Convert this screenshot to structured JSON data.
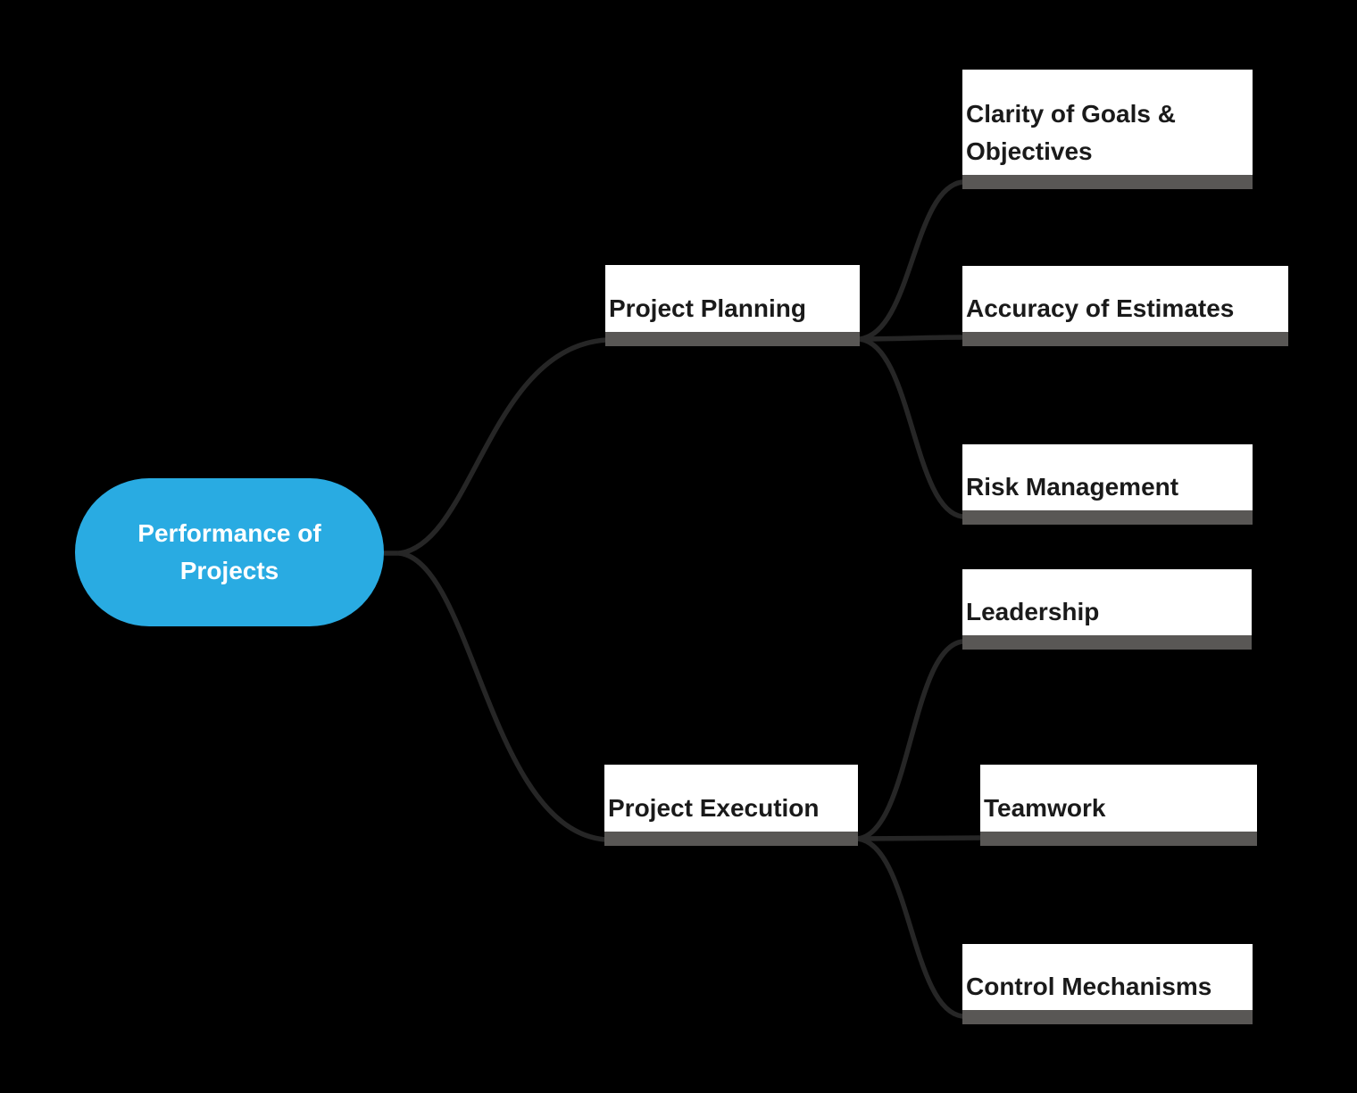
{
  "diagram": {
    "type": "mindmap",
    "root": {
      "label": "Performance of Projects",
      "lines": [
        "Performance of",
        "Projects"
      ]
    },
    "branches": [
      {
        "label": "Project Planning",
        "children": [
          {
            "label": "Clarity of Goals & Objectives"
          },
          {
            "label": "Accuracy of Estimates"
          },
          {
            "label": "Risk Management"
          }
        ]
      },
      {
        "label": "Project Execution",
        "children": [
          {
            "label": "Leadership"
          },
          {
            "label": "Teamwork"
          },
          {
            "label": "Control Mechanisms"
          }
        ]
      }
    ]
  },
  "colors": {
    "background": "#000000",
    "root_fill": "#29ABE2",
    "root_text": "#FFFFFF",
    "node_fill": "#FFFFFF",
    "node_text": "#1A1A1A",
    "node_bar": "#595755",
    "connector": "#262626"
  }
}
